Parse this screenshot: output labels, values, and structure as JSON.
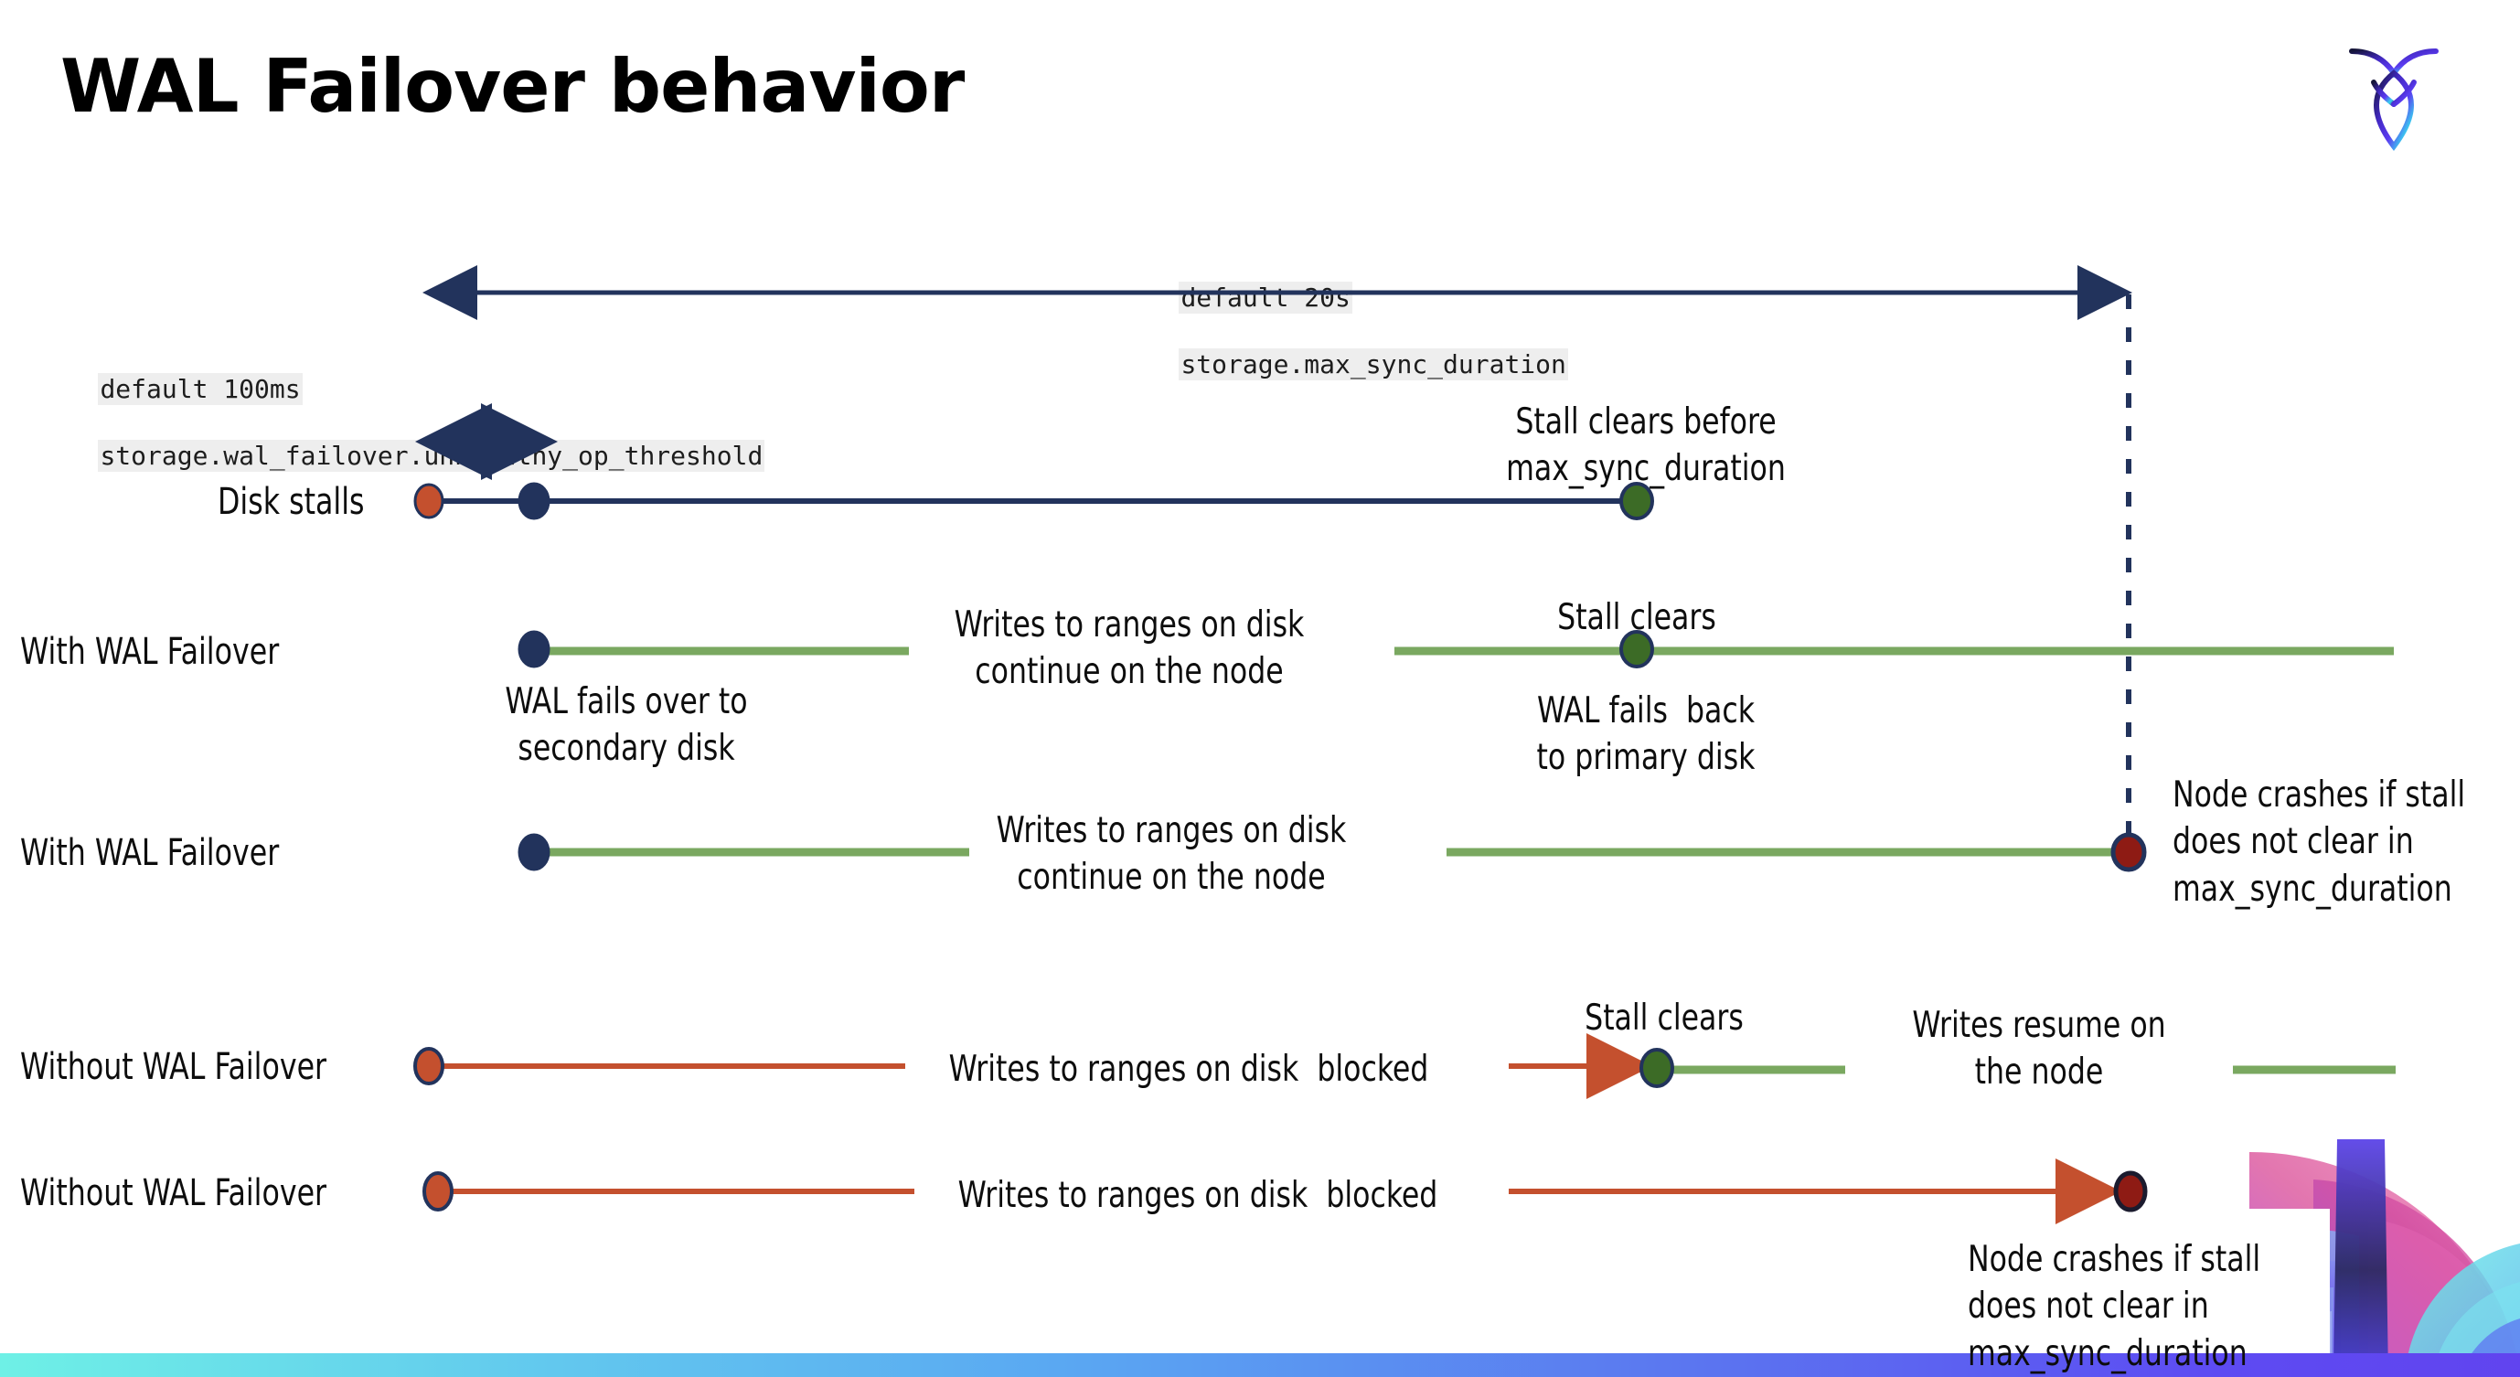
{
  "slide": {
    "title": "WAL Failover behavior",
    "logo_name": "cockroachdb-logo"
  },
  "annotations": {
    "max_sync": {
      "line1": "default 20s",
      "line2": "storage.max_sync_duration"
    },
    "unhealthy_op": {
      "line1": "default 100ms",
      "line2": "storage.wal_failover.unhealthy_op_threshold"
    }
  },
  "rows": [
    {
      "id": "disk-stalls",
      "label": "Disk stalls",
      "track_color": "#22335c",
      "markers": [
        "stall-start-orange",
        "failover-navy",
        "stall-clear-green"
      ]
    },
    {
      "id": "with-wal-failover-clears",
      "label": "With WAL Failover",
      "track_color": "#7aa860",
      "markers": [
        "failover-navy",
        "stall-clear-green"
      ]
    },
    {
      "id": "with-wal-failover-crash",
      "label": "With WAL Failover",
      "track_color": "#7aa860",
      "markers": [
        "failover-navy",
        "node-crash-darkred"
      ]
    },
    {
      "id": "without-wal-failover-clears",
      "label": "Without WAL Failover",
      "track_color": "#c4502e",
      "markers": [
        "stall-start-orange",
        "stall-clear-green"
      ]
    },
    {
      "id": "without-wal-failover-crash",
      "label": "Without WAL Failover",
      "track_color": "#c4502e",
      "markers": [
        "stall-start-orange",
        "node-crash-darkred"
      ]
    }
  ],
  "callouts": {
    "stall_clears_before": "Stall clears before\nmax_sync_duration",
    "writes_continue_1": "Writes to ranges on disk\ncontinue on the node",
    "stall_clears_1": "Stall clears",
    "wal_fails_over": "WAL fails over to\nsecondary disk",
    "wal_fails_back": "WAL fails  back\nto primary disk",
    "writes_continue_2": "Writes to ranges on disk\ncontinue on the node",
    "node_crashes_1": "Node crashes if stall\ndoes not clear in\nmax_sync_duration",
    "writes_blocked_1": "Writes to ranges on disk  blocked",
    "stall_clears_2": "Stall clears",
    "writes_resume": "Writes resume on\nthe node",
    "writes_blocked_2": "Writes to ranges on disk  blocked",
    "node_crashes_2": "Node crashes if stall\ndoes not clear in\nmax_sync_duration"
  },
  "colors": {
    "navy": "#22335c",
    "green_line": "#7aa860",
    "green_dot": "#3c6b26",
    "orange": "#c4502e",
    "dark_red": "#8e1b14",
    "code_bg": "#eeeeee",
    "bar_left": "#6ef0e6",
    "bar_right": "#6144ef"
  }
}
